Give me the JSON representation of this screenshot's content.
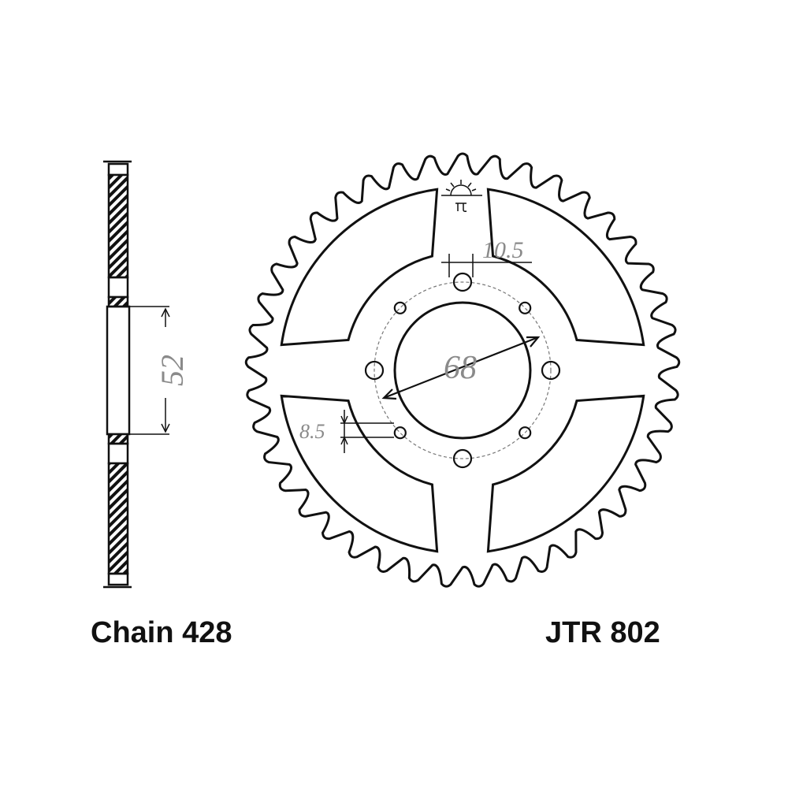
{
  "labels": {
    "chain": "Chain 428",
    "part_number": "JTR 802"
  },
  "dimensions": {
    "bolt_hole_offset": "10.5",
    "center_bore": "68",
    "hub_width": "52",
    "bolt_hole_diameter": "8.5"
  },
  "sprocket": {
    "teeth": 41,
    "bolt_holes": 8
  },
  "colors": {
    "line": "#111111",
    "dimension": "#8a8a8a"
  }
}
